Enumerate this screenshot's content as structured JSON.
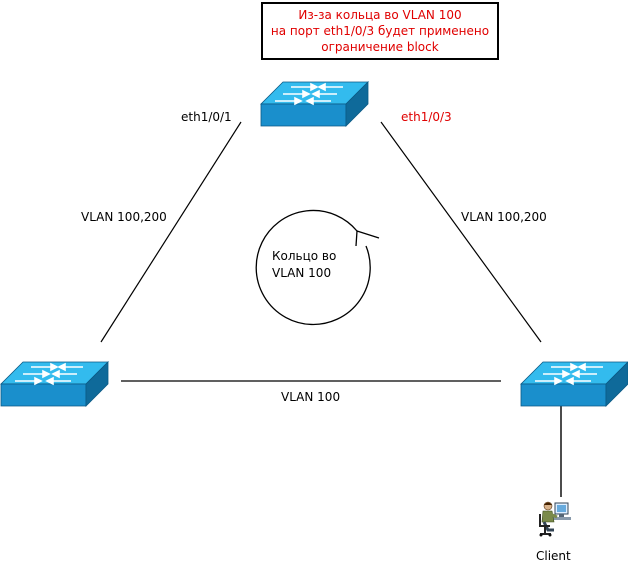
{
  "note": {
    "lines": [
      "Из-за кольца во VLAN 100",
      "на порт eth1/0/3 будет применено",
      "ограничение block"
    ]
  },
  "ports": {
    "left": "eth1/0/1",
    "right": "eth1/0/3"
  },
  "links": {
    "left_vlan": "VLAN 100,200",
    "right_vlan": "VLAN 100,200",
    "bottom_vlan": "VLAN 100"
  },
  "ring": {
    "line1": "Кольцо во",
    "line2": "VLAN 100"
  },
  "client": {
    "label": "Client",
    "icon": "user-at-computer-icon"
  },
  "devices": {
    "icon": "network-switch-icon"
  },
  "colors": {
    "switch_top": "#33bbee",
    "switch_front": "#1a8fcc",
    "switch_side": "#0f6a9a",
    "accent_red": "#e00000"
  }
}
